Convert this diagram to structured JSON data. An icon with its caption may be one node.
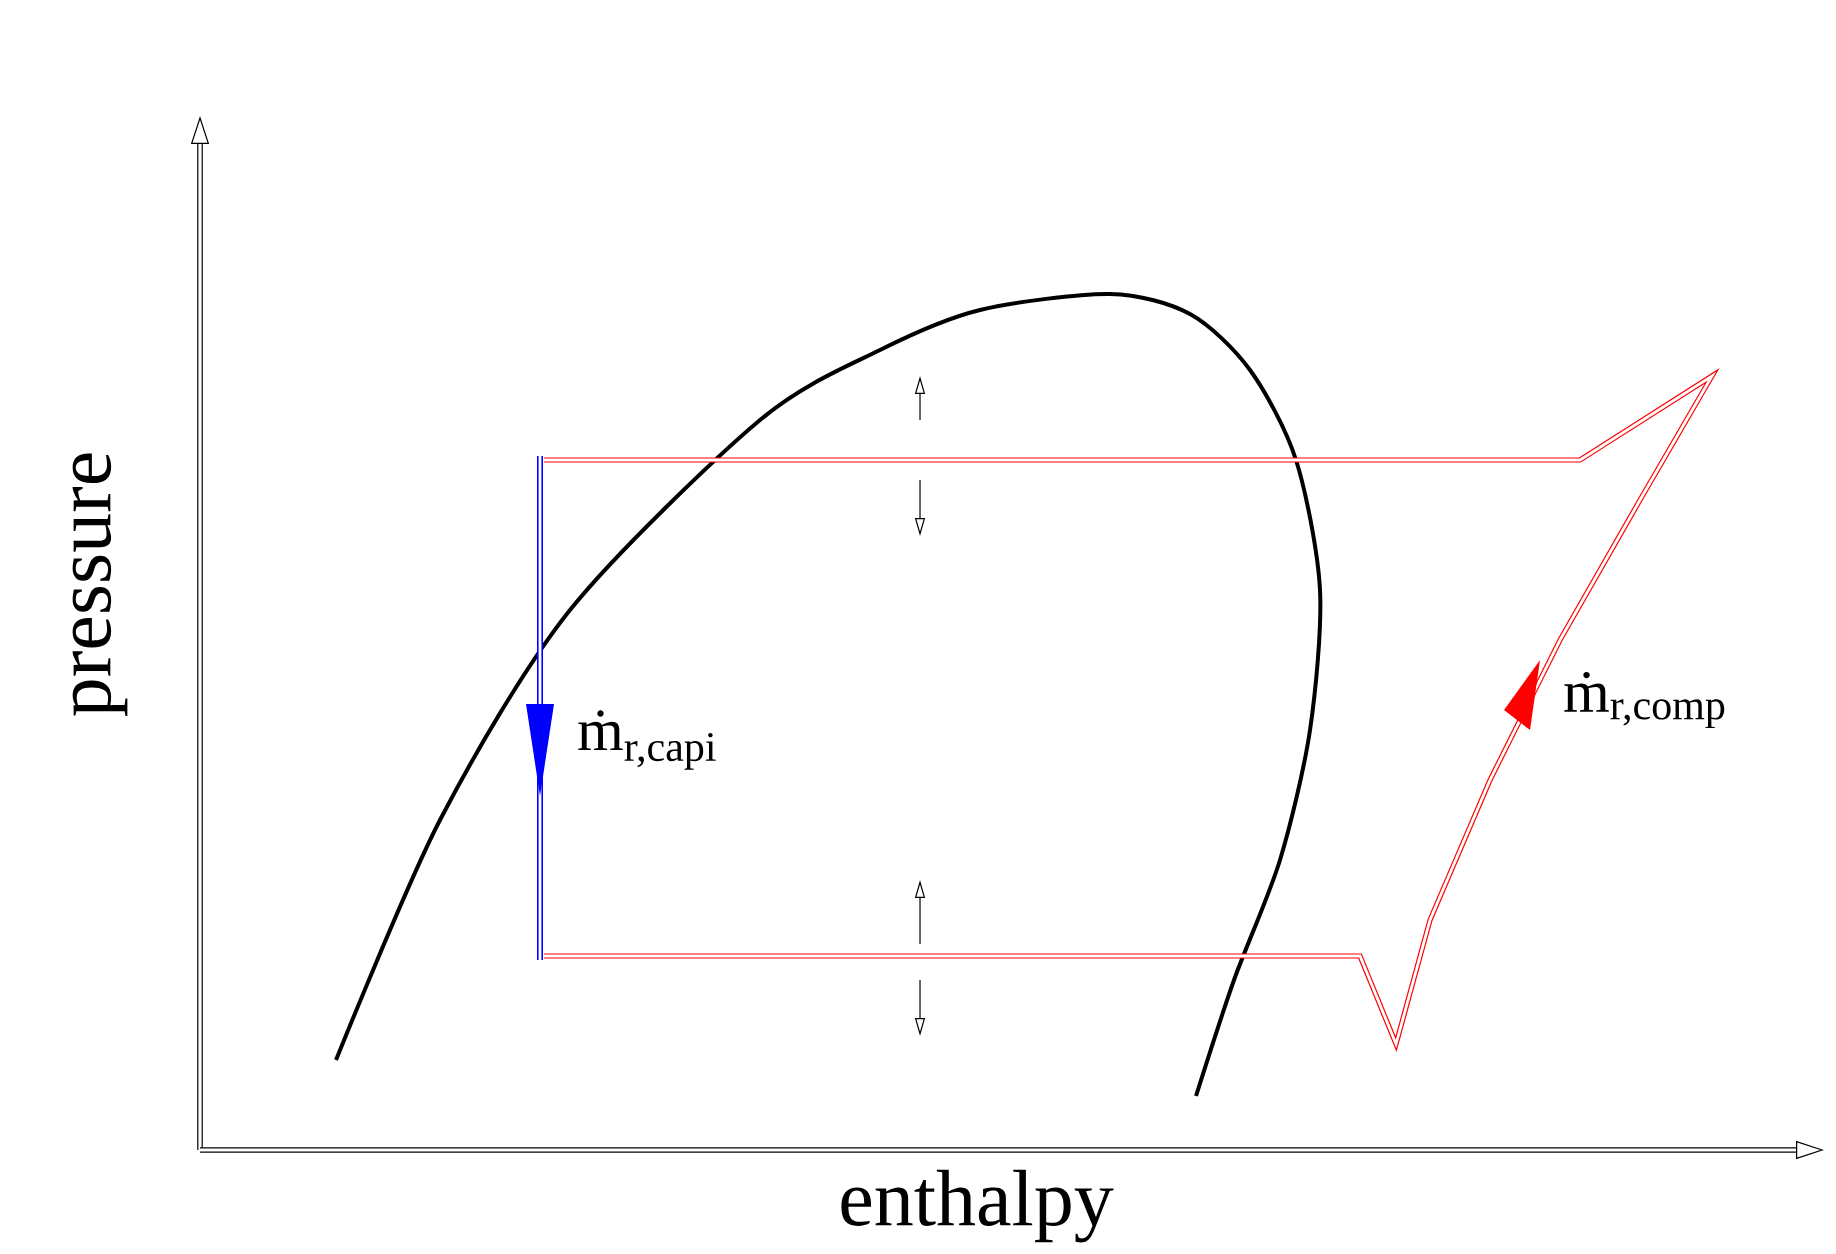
{
  "diagram": {
    "labels": [
      "pressure",
      "enthalpy",
      "ṁ$_{r,capi}$",
      "ṁ$_{r,comp}$"
    ]
  }
}
